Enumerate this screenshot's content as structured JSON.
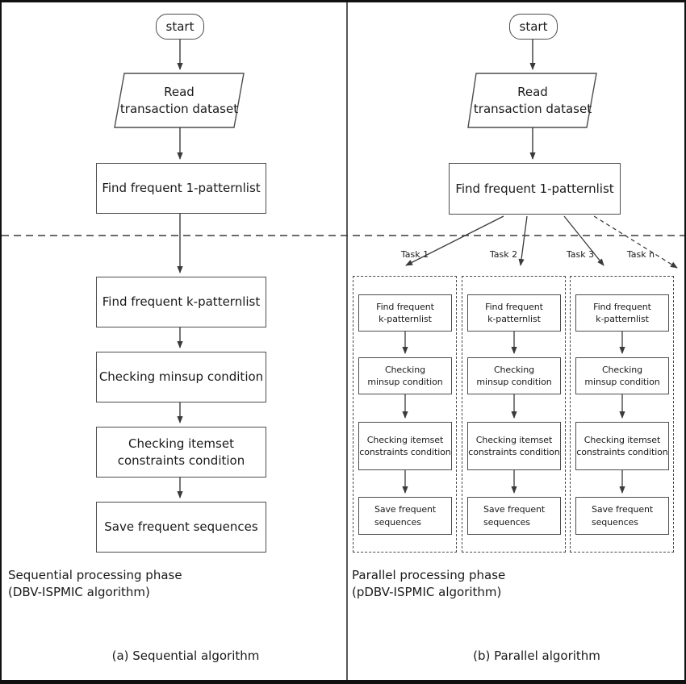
{
  "diagram": {
    "left": {
      "start_label": "start",
      "read_dataset": "Read\ntransaction dataset",
      "find_1_patternlist": "Find frequent 1-patternlist",
      "find_k_patternlist": "Find frequent k-patternlist",
      "checking_minsup": "Checking minsup condition",
      "checking_itemset": "Checking itemset\nconstraints condition",
      "save_sequences": "Save frequent sequences",
      "phase_label": "Sequential processing phase\n(DBV-ISPMIC algorithm)",
      "caption": "(a) Sequential algorithm"
    },
    "right": {
      "start_label": "start",
      "read_dataset": "Read\ntransaction dataset",
      "find_1_patternlist": "Find frequent 1-patternlist",
      "task_labels": [
        "Task 1",
        "Task 2",
        "Task 3",
        "Task n"
      ],
      "task_boxes": [
        "Find frequent\nk-patternlist",
        "Checking\nminsup condition",
        "Checking itemset\nconstraints condition",
        "Save frequent\nsequences"
      ],
      "phase_label": "Parallel processing phase\n(pDBV-ISPMIC algorithm)",
      "caption": "(b) Parallel algorithm"
    },
    "colors": {
      "line": "#3a3a3a",
      "border": "#4d4d4d",
      "text": "#1a1a1a",
      "background": "#ffffff"
    }
  }
}
